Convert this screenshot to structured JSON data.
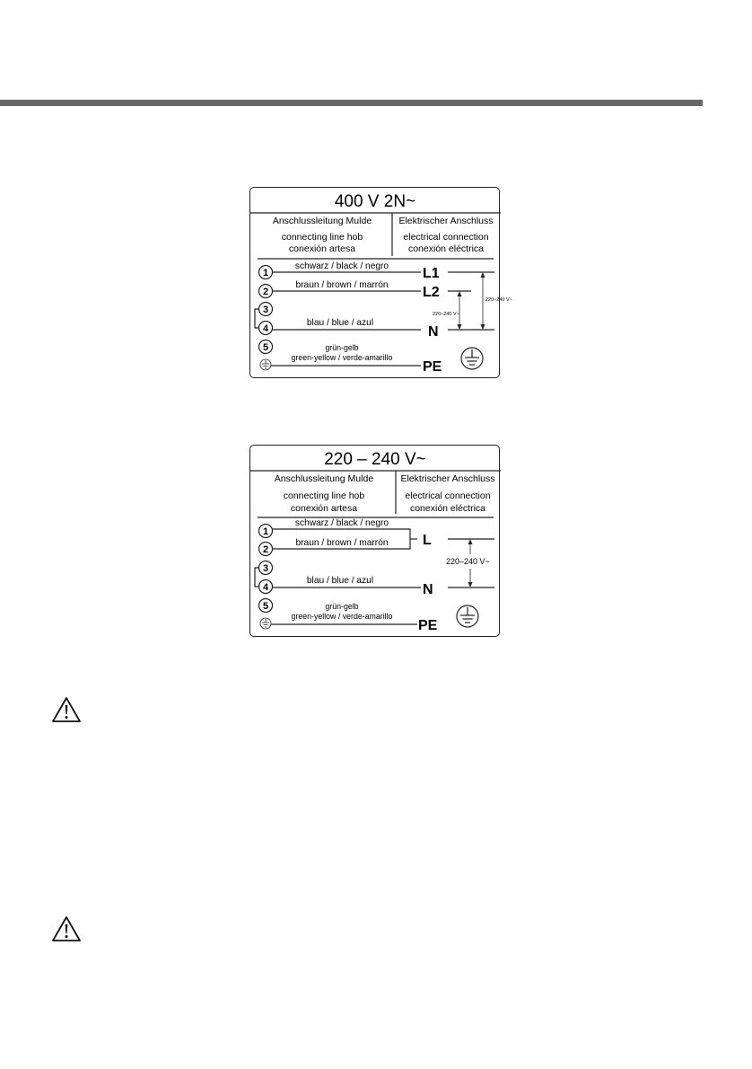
{
  "diagram_1": {
    "title": "400 V 2N~",
    "header_left_de": "Anschlussleitung Mulde",
    "header_left_en": "connecting line hob",
    "header_left_es": "conexión artesa",
    "header_right_de": "Elektrischer Anschluss",
    "header_right_en": "electrical connection",
    "header_right_es": "conexión eléctrica",
    "wires": [
      {
        "num": "1",
        "label": "schwarz / black / negro"
      },
      {
        "num": "2",
        "label": "braun / brown /  marrón"
      },
      {
        "num": "3",
        "label": ""
      },
      {
        "num": "4",
        "label": "blau / blue / azul"
      },
      {
        "num": "5",
        "label_1": "grün-gelb",
        "label_2": "green-yellow / verde-amarillo"
      }
    ],
    "terminals": [
      "L1",
      "L2",
      "N",
      "PE"
    ],
    "voltage_outer": "220–240 V~",
    "voltage_inner": "220–240 V~"
  },
  "diagram_2": {
    "title": "220 – 240 V~",
    "header_left_de": "Anschlussleitung Mulde",
    "header_left_en": "connecting line hob",
    "header_left_es": "conexión artesa",
    "header_right_de": "Elektrischer Anschluss",
    "header_right_en": "electrical connection",
    "header_right_es": "conexión eléctrica",
    "wires": [
      {
        "num": "1",
        "label": "schwarz / black / negro"
      },
      {
        "num": "2",
        "label": "braun / brown /  marrón"
      },
      {
        "num": "3",
        "label": ""
      },
      {
        "num": "4",
        "label": "blau / blue / azul"
      },
      {
        "num": "5",
        "label_1": "grün-gelb",
        "label_2": "green-yellow / verde-amarillo"
      }
    ],
    "terminals": [
      "L",
      "N",
      "PE"
    ],
    "voltage": "220–240 V~"
  },
  "warnings": [
    {
      "icon": "warning-triangle-icon"
    },
    {
      "icon": "warning-triangle-icon"
    }
  ],
  "colors": {
    "bar": "#666666",
    "line": "#222222"
  }
}
